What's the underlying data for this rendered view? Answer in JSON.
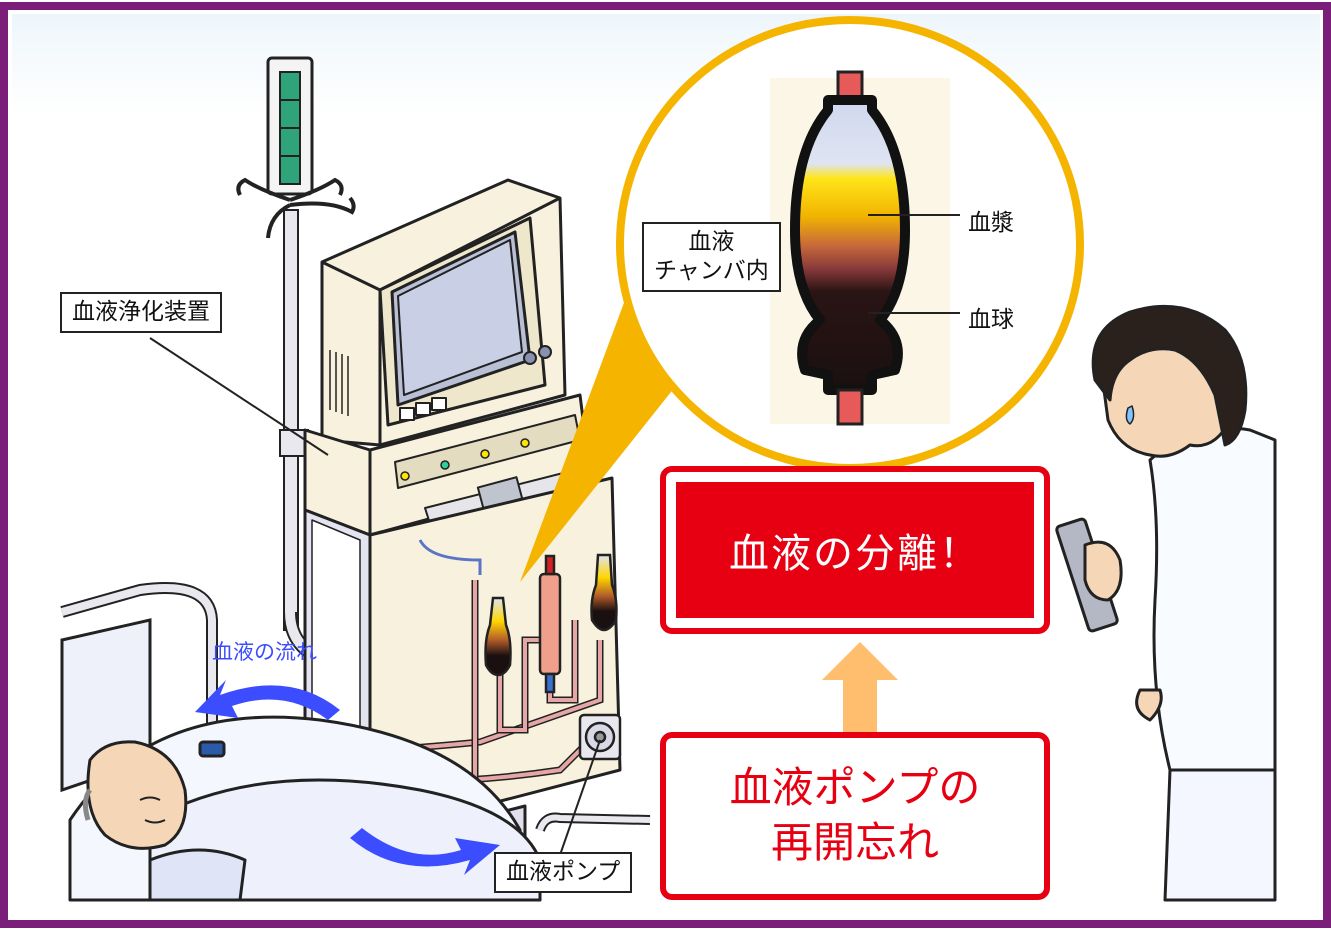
{
  "labels": {
    "device": "血液浄化装置",
    "chamber_line1": "血液",
    "chamber_line2": "チャンバ内",
    "plasma": "血漿",
    "blood_cells": "血球",
    "blood_flow": "血液の流れ",
    "blood_pump": "血液ポンプ"
  },
  "result": {
    "text": "血液の分離！"
  },
  "cause": {
    "line1": "血液ポンプの",
    "line2": "再開忘れ"
  },
  "colors": {
    "frame": "#7b1e7a",
    "alert_red": "#e60012",
    "callout_yellow": "#f5b400",
    "flow_arrow": "#3b4dff",
    "cause_arrow": "#ffbe6e"
  }
}
